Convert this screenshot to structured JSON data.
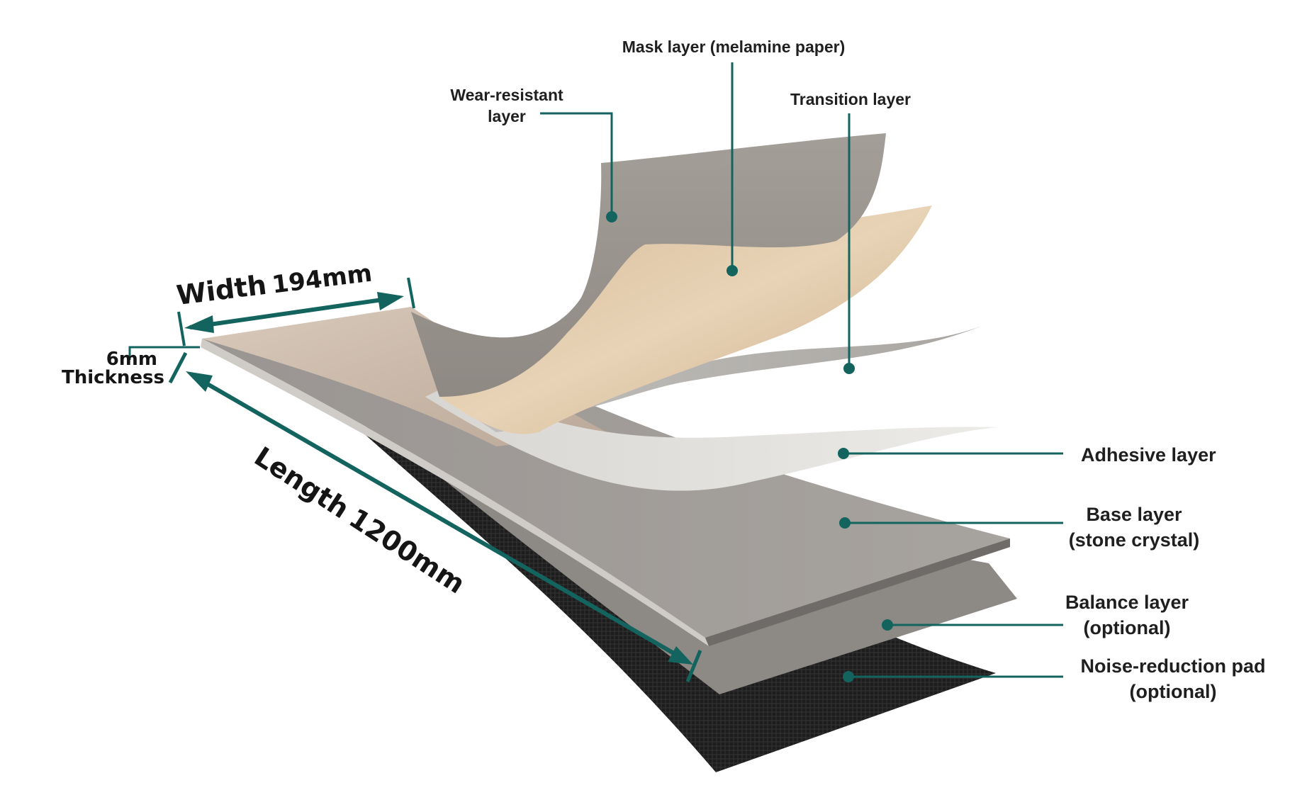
{
  "diagram": {
    "accent_color": "#13645e",
    "dimensions": {
      "width": {
        "label": "Width",
        "value": "194mm"
      },
      "thickness": {
        "value": "6mm",
        "label": "Thickness"
      },
      "length": {
        "label": "Length",
        "value": "1200mm"
      }
    },
    "layers": [
      {
        "id": "wear",
        "lines": [
          "Wear-resistant",
          "layer"
        ]
      },
      {
        "id": "mask",
        "lines": [
          "Mask layer (melamine paper)"
        ]
      },
      {
        "id": "transition",
        "lines": [
          "Transition layer"
        ]
      },
      {
        "id": "adhesive",
        "lines": [
          "Adhesive layer"
        ]
      },
      {
        "id": "base",
        "lines": [
          "Base layer",
          "(stone crystal)"
        ]
      },
      {
        "id": "balance",
        "lines": [
          "Balance layer",
          "(optional)"
        ]
      },
      {
        "id": "noise",
        "lines": [
          "Noise-reduction pad",
          "(optional)"
        ]
      }
    ]
  }
}
